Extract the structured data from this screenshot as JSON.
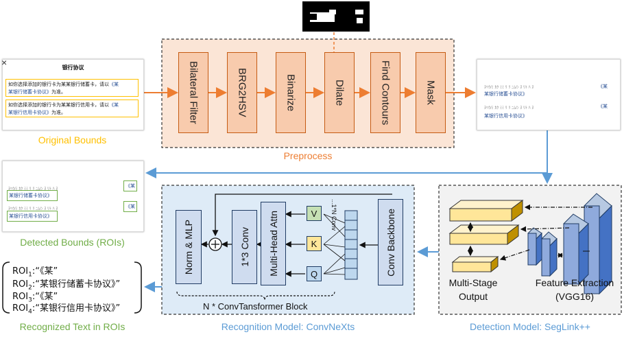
{
  "colors": {
    "orange": "#ed7d31",
    "orange_dark": "#c55a11",
    "orange_fill": "#f8cbad",
    "blue": "#5b9bd5",
    "navy": "#1f3b63",
    "block_fill": "#cfdcef",
    "green": "#70ad47",
    "yellow_fill": "#ffe699"
  },
  "original_doc": {
    "close_glyph": "×",
    "title": "银行协议",
    "line1a": "如你选择添加的银行卡为某某银行储蓄卡，请以",
    "line1b_link": "《某",
    "line1c_link": "某银行储蓄卡协议》",
    "line1d": "为准。",
    "line2a": "如你选择添加的银行卡为某某银行信用卡，请以",
    "line2b_link": "《某",
    "line2c_link": "某银行信用卡协议》",
    "line2d": "为准。"
  },
  "masked_doc": {
    "faint1": "ﾇﾍｳ/ﾐ ｶｸ ﾐﾐ ﾘ ﾘ ﾆﾑ/ﾝ ﾇ ﾘﾄ ﾊ ﾇ",
    "roi1": "《某",
    "roi2": "某银行储蓄卡协议》",
    "faint2": "ﾇﾍｳ/ﾐ ｶｸ ﾐﾐ ﾘ ﾘ ﾆﾑ/ﾝ ﾇ ﾘﾄ ﾊ ﾇ",
    "roi3": "《某",
    "roi4": "某银行信用卡协议》"
  },
  "captions": {
    "original_bounds": "Original Bounds",
    "preprocess": "Preprocess",
    "detected_bounds": "Detected Bounds (ROIs)",
    "recognized_text": "Recognized Text in ROIs",
    "recognition_model": "Recognition Model: ConvNeXts",
    "detection_model": "Detection Model: SegLink++"
  },
  "preprocess_steps": [
    "Bilateral Filter",
    "BRG2HSV",
    "Binarize",
    "Dilate",
    "Find Contours",
    "Mask"
  ],
  "recognition": {
    "norm_mlp": "Norm & MLP",
    "plus": "+",
    "conv13": "1*3 Conv",
    "mha": "Multi-Head Attn",
    "v": "V",
    "k": "K",
    "q": "Q",
    "nconv": "...1*N Conv",
    "backbone": "Conv Backbone",
    "block_label": "N * ConvTansformer Block"
  },
  "detection": {
    "multi_stage": "Multi-Stage",
    "output": "Output",
    "feature_extraction": "Feature Extraction",
    "vgg": "(VGG16)"
  },
  "roi_text": [
    {
      "name": "ROI",
      "sub": "1",
      "text": ":“《某”"
    },
    {
      "name": "ROI",
      "sub": "2",
      "text": ":“某银行储蓄卡协议》”"
    },
    {
      "name": "ROI",
      "sub": "3",
      "text": ":“《某”"
    },
    {
      "name": "ROI",
      "sub": "4",
      "text": ":“某银行信用卡协议》”"
    }
  ]
}
